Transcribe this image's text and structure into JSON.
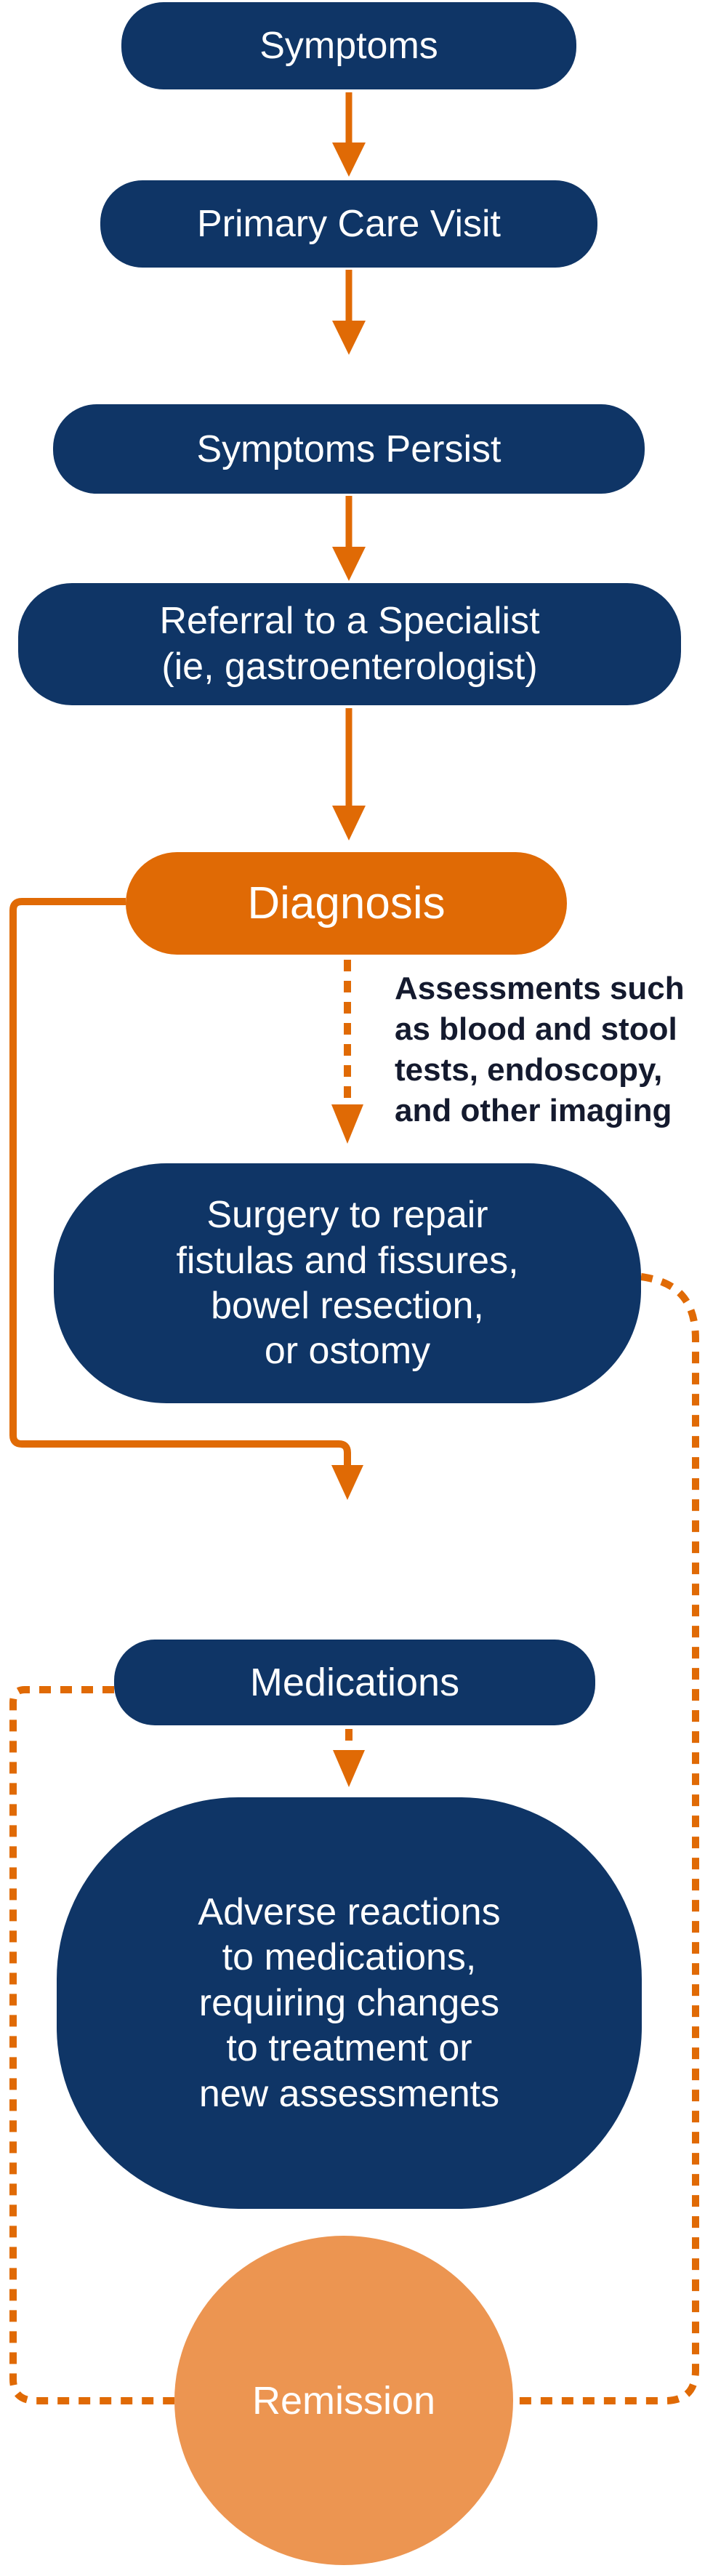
{
  "figure": {
    "type": "flowchart",
    "title": "Patient journey flowchart",
    "background": "#ffffff"
  },
  "colors": {
    "node_navy": "#0f3566",
    "accent_orange": "#e06a05",
    "remission_light_orange": "#ec9551",
    "node_text": "#ffffff",
    "annotation_text": "#141a2e"
  },
  "nodes": [
    {
      "id": "symptoms",
      "label": "Symptoms",
      "shape": "rounded-rect",
      "fill": "navy"
    },
    {
      "id": "primary-care-visit",
      "label": "Primary Care Visit",
      "shape": "rounded-rect",
      "fill": "navy"
    },
    {
      "id": "symptoms-persist",
      "label": "Symptoms Persist",
      "shape": "rounded-rect",
      "fill": "navy"
    },
    {
      "id": "referral",
      "label": "Referral to a Specialist\n(ie, gastroenterologist)",
      "shape": "rounded-rect",
      "fill": "navy"
    },
    {
      "id": "diagnosis",
      "label": "Diagnosis",
      "shape": "pill",
      "fill": "orange"
    },
    {
      "id": "surgery",
      "label": "Surgery to repair\nfistulas and fissures,\nbowel resection,\nor ostomy",
      "shape": "blob",
      "fill": "navy"
    },
    {
      "id": "medications",
      "label": "Medications",
      "shape": "rounded-rect",
      "fill": "navy"
    },
    {
      "id": "adverse-reactions",
      "label": "Adverse reactions\nto medications,\nrequiring changes\nto treatment or\nnew assessments",
      "shape": "blob",
      "fill": "navy"
    },
    {
      "id": "remission",
      "label": "Remission",
      "shape": "ellipse",
      "fill": "light_orange"
    }
  ],
  "annotation": {
    "attached_to": "diagnosis-to-surgery-dashed-arrow",
    "text": "Assessments such\nas blood and stool\ntests, endoscopy,\nand other imaging"
  },
  "connectors": [
    {
      "from": "symptoms",
      "to": "primary-care-visit",
      "style": "solid-arrow"
    },
    {
      "from": "primary-care-visit",
      "to": "symptoms-persist",
      "style": "solid-arrow"
    },
    {
      "from": "symptoms-persist",
      "to": "referral",
      "style": "solid-arrow"
    },
    {
      "from": "referral",
      "to": "diagnosis",
      "style": "solid-arrow"
    },
    {
      "from": "diagnosis",
      "to": "surgery",
      "style": "dashed-arrow"
    },
    {
      "from": "diagnosis",
      "to": "medications",
      "style": "solid-elbow-arrow"
    },
    {
      "from": "medications",
      "to": "adverse-reactions",
      "style": "dashed-arrow"
    },
    {
      "from": "medications",
      "to": "remission",
      "style": "dashed-elbow-left"
    },
    {
      "from": "surgery",
      "to": "remission",
      "style": "dashed-elbow-right"
    }
  ]
}
